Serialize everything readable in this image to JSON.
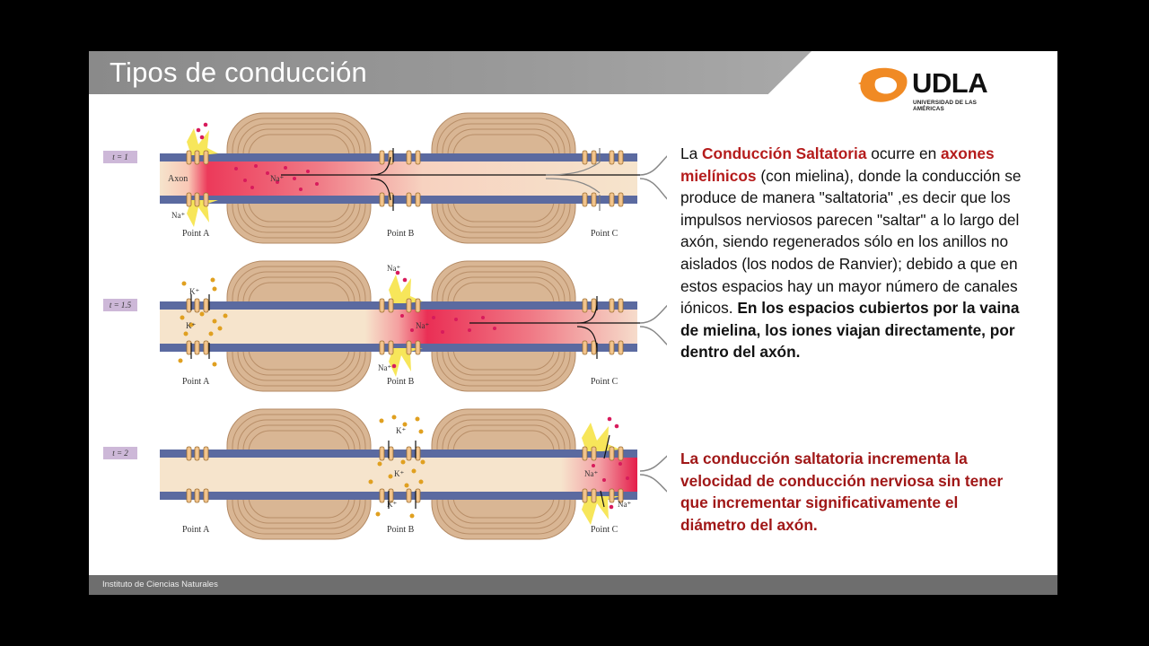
{
  "header": {
    "title": "Tipos de conducción"
  },
  "logo": {
    "wordmark": "UDLA",
    "subtitle": "UNIVERSIDAD DE LAS AMÉRICAS",
    "brand_color": "#f08a24"
  },
  "diagram": {
    "panels": [
      {
        "time_label": "t = 1",
        "points": [
          "Point A",
          "Point B",
          "Point C"
        ]
      },
      {
        "time_label": "t = 1.5",
        "points": [
          "Point A",
          "Point B",
          "Point C"
        ]
      },
      {
        "time_label": "t = 2",
        "points": [
          "Point A",
          "Point B",
          "Point C"
        ]
      }
    ],
    "labels": {
      "axon": "Axon",
      "na": "Na⁺",
      "k": "K⁺"
    },
    "colors": {
      "membrane": "#5b6aa0",
      "axoplasm": "#f6e4cc",
      "myelin": "#d6b08e",
      "impulse": "#e8264a",
      "na_ion": "#d81b5c",
      "k_ion": "#e0a020",
      "flash": "#f7e65a"
    }
  },
  "text_block_1": {
    "t1": "La ",
    "t2": "Conducción Saltatoria",
    "t3": " ocurre en ",
    "t4": "axones mielínicos",
    "t5": " (con mielina), donde la conducción se produce de manera \"saltatoria\" ,es decir que los impulsos nerviosos parecen \"saltar\" a lo largo del axón, siendo regenerados sólo en los anillos no aislados (los nodos de Ranvier); debido a que en estos espacios hay un mayor número de canales iónicos. ",
    "t6": "En los espacios cubiertos por la vaina de mielina, los iones viajan directamente, por dentro del axón."
  },
  "text_block_2": "La conducción saltatoria incrementa la velocidad de conducción nerviosa sin tener que incrementar significativamente el diámetro del axón.",
  "footer": {
    "text": "Instituto de Ciencias Naturales"
  }
}
